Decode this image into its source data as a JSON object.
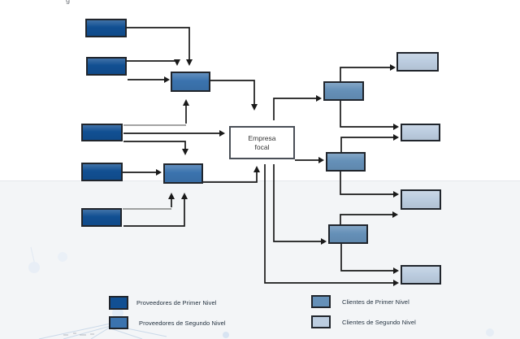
{
  "figure": {
    "type": "supply-chain-network-diagram",
    "focal_label": "Empresa focal",
    "top_left_cropped_glyph": "g",
    "structure": {
      "suppliers_tier1_boxes": 5,
      "suppliers_tier2_boxes": 2,
      "clients_tier1_boxes": 3,
      "clients_tier2_boxes": 4
    }
  },
  "colors": {
    "supplier_tier1": "#114f92",
    "supplier_tier2": "#3b73ae",
    "client_tier1": "#6590b8",
    "client_tier2": "#bccde0",
    "arrow": "#1a1a1a",
    "box_border": "#20252c",
    "background_top": "#ffffff",
    "background_bottom": "#f3f5f7"
  },
  "legend": {
    "left": [
      {
        "label": "Proveedores de Primer Nivel",
        "color": "#114f92"
      },
      {
        "label": "Proveedores de Segundo Nivel",
        "color": "#3b73ae"
      }
    ],
    "right": [
      {
        "label": "Clientes de Primer Nivel",
        "color": "#6590b8"
      },
      {
        "label": "Clientes de Segundo Nivel",
        "color": "#bccde0"
      }
    ]
  }
}
